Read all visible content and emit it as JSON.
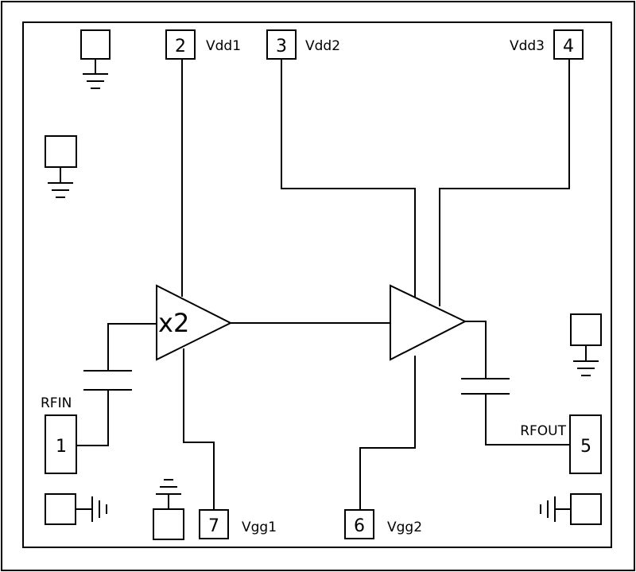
{
  "pins": [
    {
      "number": "1",
      "label": "RFIN"
    },
    {
      "number": "2",
      "label": "Vdd1"
    },
    {
      "number": "3",
      "label": "Vdd2"
    },
    {
      "number": "4",
      "label": "Vdd3"
    },
    {
      "number": "5",
      "label": "RFOUT"
    },
    {
      "number": "6",
      "label": "Vgg2"
    },
    {
      "number": "7",
      "label": "Vgg1"
    }
  ],
  "multiplier": {
    "label": "x2"
  },
  "ground_pads": [
    {
      "icon": "ground-icon"
    },
    {
      "icon": "ground-icon"
    },
    {
      "icon": "ground-icon"
    },
    {
      "icon": "ground-icon"
    },
    {
      "icon": "ground-icon"
    },
    {
      "icon": "ground-icon"
    }
  ]
}
